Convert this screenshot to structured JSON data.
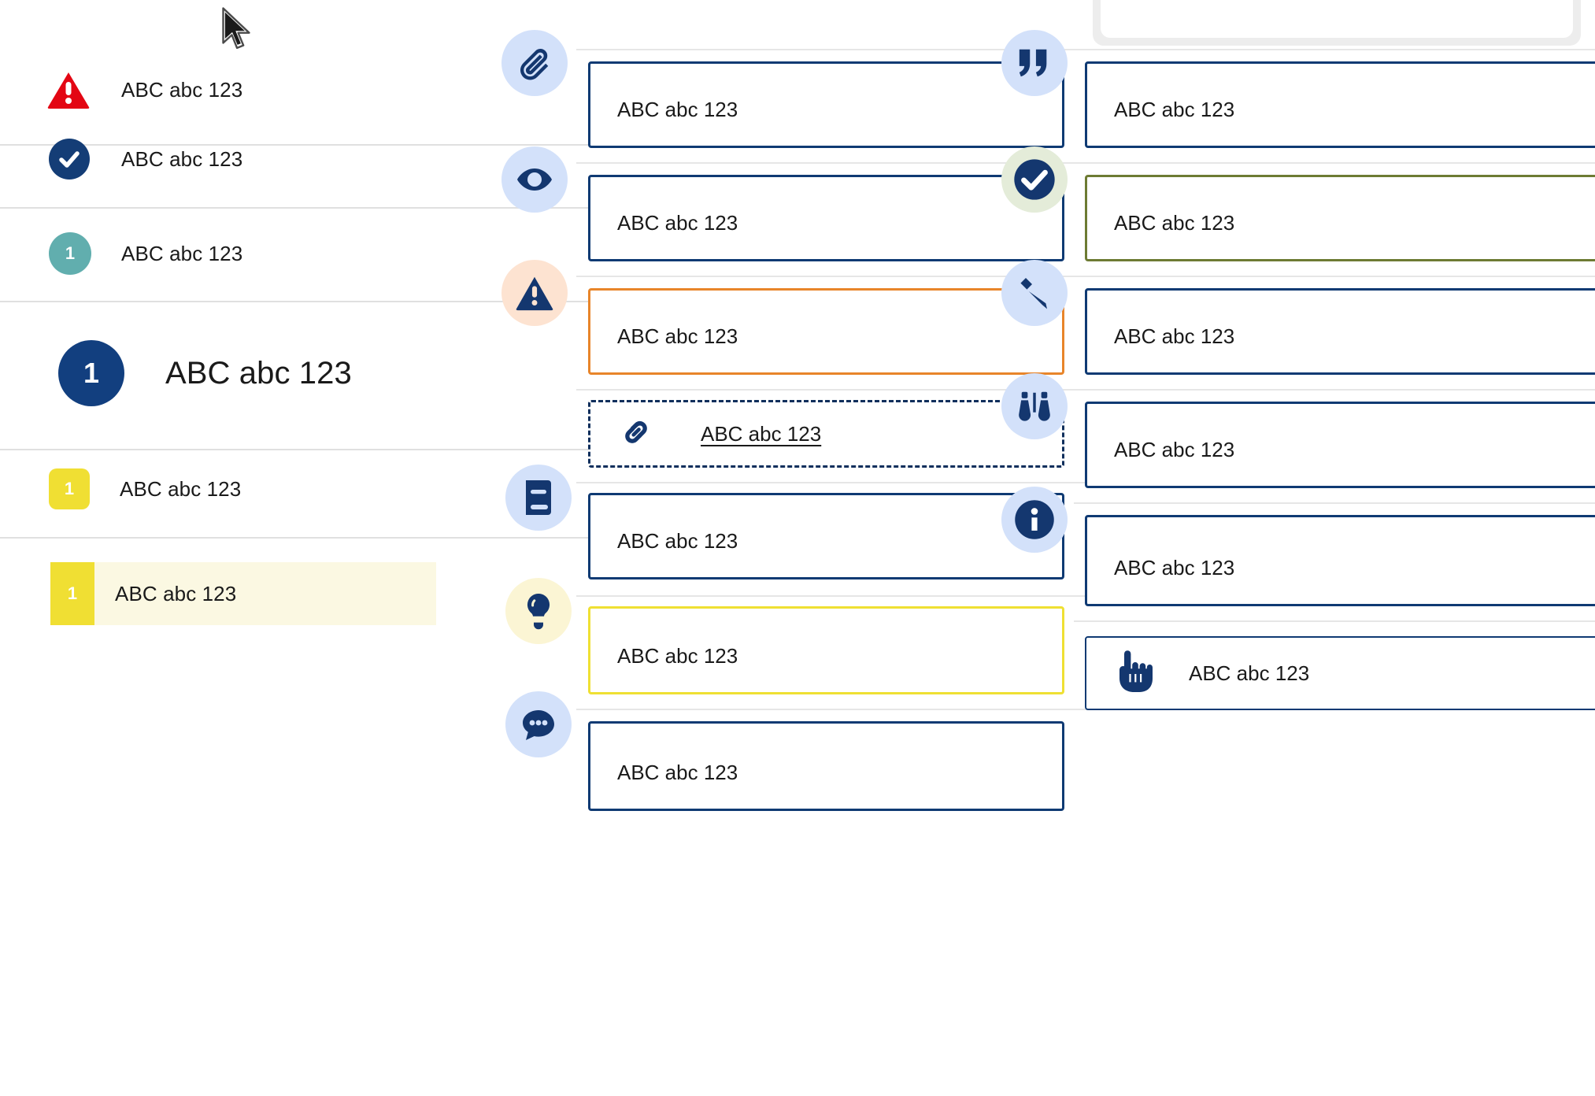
{
  "sidebar": {
    "items": [
      {
        "icon": "warning-triangle-red-icon",
        "badge": "",
        "label": "ABC abc 123",
        "style": "warning-red"
      },
      {
        "icon": "check-circle-navy-icon",
        "badge": "",
        "label": "ABC abc 123",
        "style": "check-navy"
      },
      {
        "icon": "number-badge-teal-icon",
        "badge": "1",
        "label": "ABC abc 123",
        "style": "badge-teal"
      },
      {
        "icon": "number-badge-navy-large-icon",
        "badge": "1",
        "label": "ABC abc 123",
        "style": "badge-navy-large"
      },
      {
        "icon": "number-badge-yellow-square-icon",
        "badge": "1",
        "label": "ABC abc 123",
        "style": "badge-yellow-square"
      },
      {
        "icon": "number-badge-yellow-square-icon",
        "badge": "1",
        "label": "ABC abc 123",
        "style": "selected-yellow"
      }
    ]
  },
  "middle_column": {
    "cards": [
      {
        "icon": "paperclip-icon",
        "label": "ABC abc 123",
        "border": "navy",
        "bubble": "blue"
      },
      {
        "icon": "eye-icon",
        "label": "ABC abc 123",
        "border": "navy",
        "bubble": "blue"
      },
      {
        "icon": "warning-triangle-icon",
        "label": "ABC abc 123",
        "border": "orange",
        "bubble": "peach"
      },
      {
        "icon": "link-chain-icon",
        "label": "ABC abc 123",
        "border": "dashed-navy",
        "bubble": "none"
      },
      {
        "icon": "book-icon",
        "label": "ABC abc 123",
        "border": "navy",
        "bubble": "blue"
      },
      {
        "icon": "lightbulb-icon",
        "label": "ABC abc 123",
        "border": "yellow",
        "bubble": "cream"
      },
      {
        "icon": "speech-bubble-icon",
        "label": "ABC abc 123",
        "border": "navy",
        "bubble": "blue"
      }
    ]
  },
  "right_column": {
    "cards": [
      {
        "icon": "quote-marks-icon",
        "label": "ABC abc 123",
        "border": "navy",
        "bubble": "blue"
      },
      {
        "icon": "check-circle-icon",
        "label": "ABC abc 123",
        "border": "olive",
        "bubble": "mint"
      },
      {
        "icon": "pencil-icon",
        "label": "ABC abc 123",
        "border": "navy",
        "bubble": "blue"
      },
      {
        "icon": "binoculars-icon",
        "label": "ABC abc 123",
        "border": "navy",
        "bubble": "blue"
      },
      {
        "icon": "info-circle-icon",
        "label": "ABC abc 123",
        "border": "navy",
        "bubble": "blue"
      },
      {
        "icon": "pointing-hand-icon",
        "label": "ABC abc 123",
        "border": "navy",
        "bubble": "none"
      }
    ]
  },
  "colors": {
    "navy": "#14376f",
    "border_navy": "#0f3a73",
    "orange": "#e8852a",
    "olive": "#6d7b33",
    "yellow": "#efe033",
    "red": "#e30613",
    "teal": "#61aeae",
    "bubble_blue": "#d3e1fa",
    "bubble_peach": "#fde3d1",
    "bubble_mint": "#e4ecd9",
    "bubble_cream": "#fbf5d4",
    "selected_bg": "#fbf8e2",
    "divider": "#e0e0e0"
  },
  "cursor": {
    "name": "mouse-pointer"
  }
}
